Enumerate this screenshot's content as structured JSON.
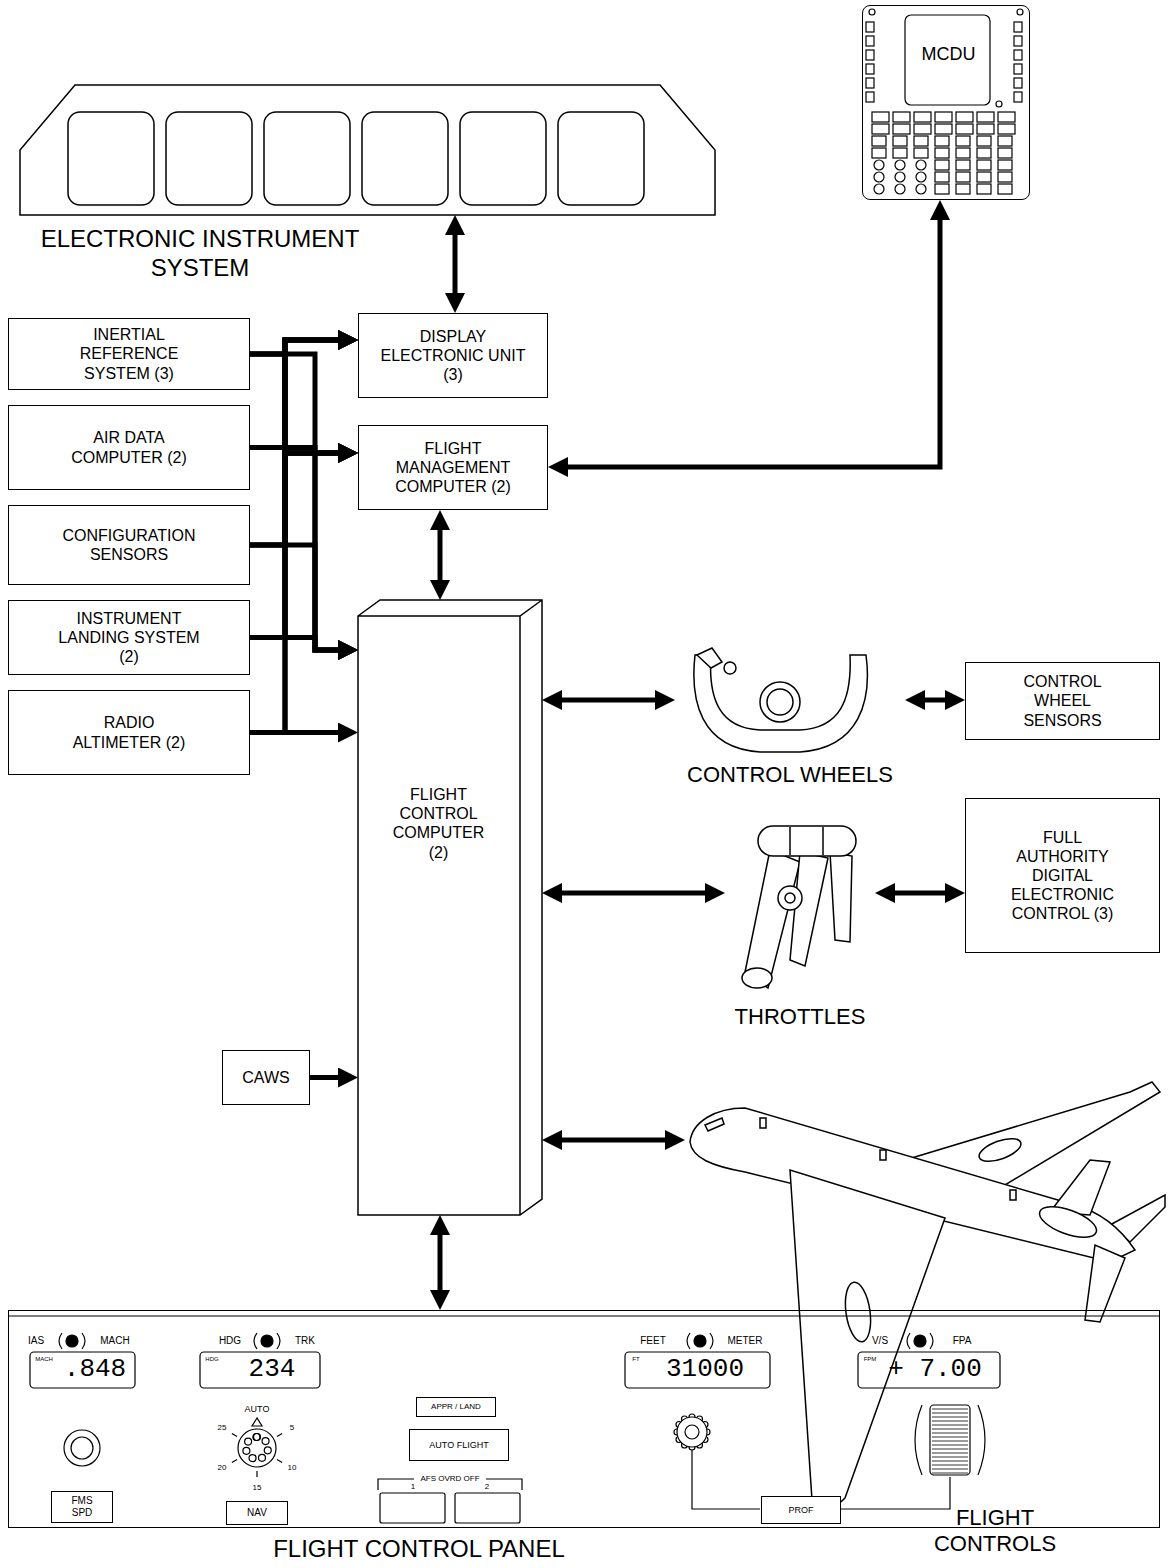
{
  "diagram": {
    "nodes": [
      {
        "text": [
          "ELECTRONIC INSTRUMENT SYSTEM"
        ]
      },
      {
        "text": [
          "MCDU"
        ]
      },
      {
        "text": [
          "INERTIAL REFERENCE SYSTEM (3)"
        ]
      },
      {
        "text": [
          "DISPLAY ELECTRONIC UNIT (3)"
        ]
      },
      {
        "text": [
          "AIR DATA COMPUTER (2)"
        ]
      },
      {
        "text": [
          "FLIGHT MANAGEMENT COMPUTER (2)"
        ]
      },
      {
        "text": [
          "CONFIGURATION SENSORS"
        ]
      },
      {
        "text": [
          "INSTRUMENT LANDING SYSTEM (2)"
        ]
      },
      {
        "text": [
          "RADIO ALTIMETER (2)"
        ]
      },
      {
        "text": [
          "FLIGHT CONTROL COMPUTER (2)"
        ]
      },
      {
        "text": [
          "CONTROL WHEELS"
        ]
      },
      {
        "text": [
          "CONTROL WHEEL SENSORS"
        ]
      },
      {
        "text": [
          "THROTTLES"
        ]
      },
      {
        "text": [
          "FULL AUTHORITY DIGITAL ELECTRONIC CONTROL (3)"
        ]
      },
      {
        "text": [
          "CAWS"
        ]
      },
      {
        "text": [
          "FLIGHT CONTROL PANEL"
        ]
      },
      {
        "text": [
          "FMS SPD"
        ],
        "in": 15
      },
      {
        "text": [
          "NAV"
        ],
        "in": 15
      },
      {
        "text": [
          "APPR / LAND"
        ],
        "in": 15
      },
      {
        "text": [
          "AUTO FLIGHT"
        ],
        "in": 15
      },
      {
        "text": [
          "PROF"
        ],
        "in": 15
      },
      {
        "text": [
          "FLIGHT CONTROLS"
        ]
      }
    ],
    "edges": [
      {
        "from": 0,
        "to": 3,
        "arrow": "both"
      },
      {
        "from": 5,
        "to": 1,
        "arrow": "both"
      },
      {
        "from": 5,
        "to": 9,
        "arrow": "both"
      },
      {
        "from": 9,
        "to": 10,
        "arrow": "both"
      },
      {
        "from": 10,
        "to": 11,
        "arrow": "both"
      },
      {
        "from": 9,
        "to": 12,
        "arrow": "both"
      },
      {
        "from": 12,
        "to": 13,
        "arrow": "both"
      },
      {
        "from": 14,
        "to": 9,
        "arrow": "to"
      },
      {
        "from": 9,
        "to": 21,
        "arrow": "both"
      },
      {
        "from": 9,
        "to": 15,
        "arrow": "both"
      },
      {
        "from": 2,
        "to": 3,
        "arrow": "to"
      },
      {
        "from": 2,
        "to": 5,
        "arrow": "to"
      },
      {
        "from": 2,
        "to": 9,
        "arrow": "to"
      },
      {
        "from": 4,
        "to": 3,
        "arrow": "to"
      },
      {
        "from": 4,
        "to": 5,
        "arrow": "to"
      },
      {
        "from": 4,
        "to": 9,
        "arrow": "to"
      },
      {
        "from": 6,
        "to": 3,
        "arrow": "to"
      },
      {
        "from": 6,
        "to": 5,
        "arrow": "to"
      },
      {
        "from": 6,
        "to": 9,
        "arrow": "to"
      },
      {
        "from": 7,
        "to": 3,
        "arrow": "to"
      },
      {
        "from": 7,
        "to": 5,
        "arrow": "to"
      },
      {
        "from": 7,
        "to": 9,
        "arrow": "to"
      },
      {
        "from": 8,
        "to": 3,
        "arrow": "to"
      },
      {
        "from": 8,
        "to": 5,
        "arrow": "to"
      },
      {
        "from": 8,
        "to": 9,
        "arrow": "to"
      }
    ],
    "labels": [
      "IAS",
      "MACH",
      "MACH",
      ".848",
      "HDG",
      "TRK",
      "HDG",
      "234",
      "AUTO",
      "25",
      "5",
      "20",
      "10",
      "15",
      "AFS OVRD OFF",
      "1",
      "2",
      "FEET",
      "METER",
      "FT",
      "31000",
      "V/S",
      "FPA",
      "FPM",
      "+ 7.00"
    ]
  }
}
